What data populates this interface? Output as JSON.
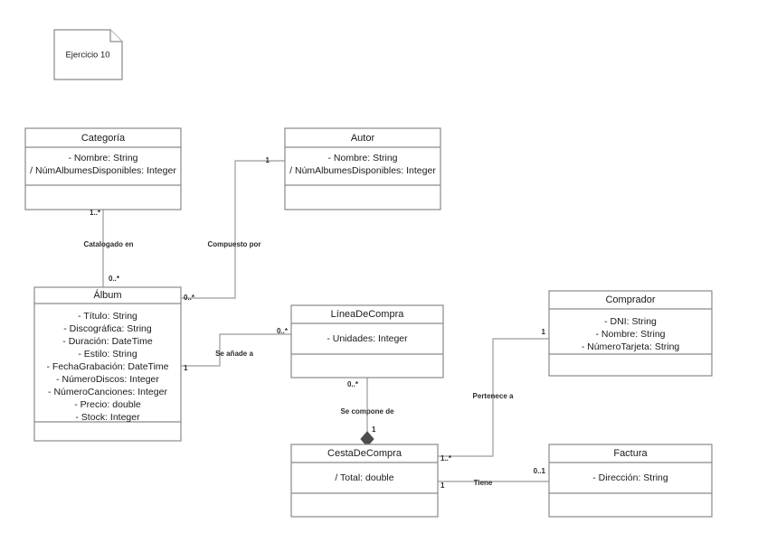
{
  "diagram": {
    "kind": "uml-class-diagram",
    "background": "#ffffff",
    "box_stroke": "#8a8a8a",
    "line_stroke": "#9a9a9a",
    "diamond_fill": "#4d4d4d",
    "text_color": "#1a1a1a"
  },
  "note": {
    "text": "Ejercicio 10"
  },
  "classes": {
    "categoria": {
      "name": "Categoría",
      "attributes": [
        "- Nombre: String",
        "/ NúmAlbumesDisponibles: Integer"
      ]
    },
    "autor": {
      "name": "Autor",
      "attributes": [
        "- Nombre: String",
        "/ NúmAlbumesDisponibles: Integer"
      ]
    },
    "album": {
      "name": "Álbum",
      "attributes": [
        "- Título: String",
        "- Discográfica: String",
        "- Duración: DateTime",
        "- Estilo: String",
        "- FechaGrabación: DateTime",
        "- NúmeroDiscos: Integer",
        "- NúmeroCanciones: Integer",
        "- Precio: double",
        "- Stock: Integer"
      ]
    },
    "lineadecompra": {
      "name": "LíneaDeCompra",
      "attributes": [
        "- Unidades: Integer"
      ]
    },
    "comprador": {
      "name": "Comprador",
      "attributes": [
        "- DNI: String",
        "- Nombre: String",
        "- NúmeroTarjeta: String"
      ]
    },
    "cestadecompra": {
      "name": "CestaDeCompra",
      "attributes": [
        "/ Total: double"
      ]
    },
    "factura": {
      "name": "Factura",
      "attributes": [
        "- Dirección: String"
      ]
    }
  },
  "associations": {
    "catalogado_en": {
      "label": "Catalogado en",
      "source_multiplicity": "1..*",
      "target_multiplicity": "0..*"
    },
    "compuesto_por": {
      "label": "Compuesto por",
      "source_multiplicity": "1",
      "target_multiplicity": "0..*"
    },
    "se_anade_a": {
      "label": "Se añade a",
      "source_multiplicity": "1",
      "target_multiplicity": "0..*"
    },
    "se_compone_de": {
      "label": "Se compone de",
      "source_multiplicity": "0..*",
      "target_multiplicity": "1"
    },
    "pertenece_a": {
      "label": "Pertenece a",
      "source_multiplicity": "1..*",
      "target_multiplicity": "1"
    },
    "tiene": {
      "label": "Tiene",
      "source_multiplicity": "1",
      "target_multiplicity": "0..1"
    },
    "album_top_multiplicity": "0..*"
  }
}
